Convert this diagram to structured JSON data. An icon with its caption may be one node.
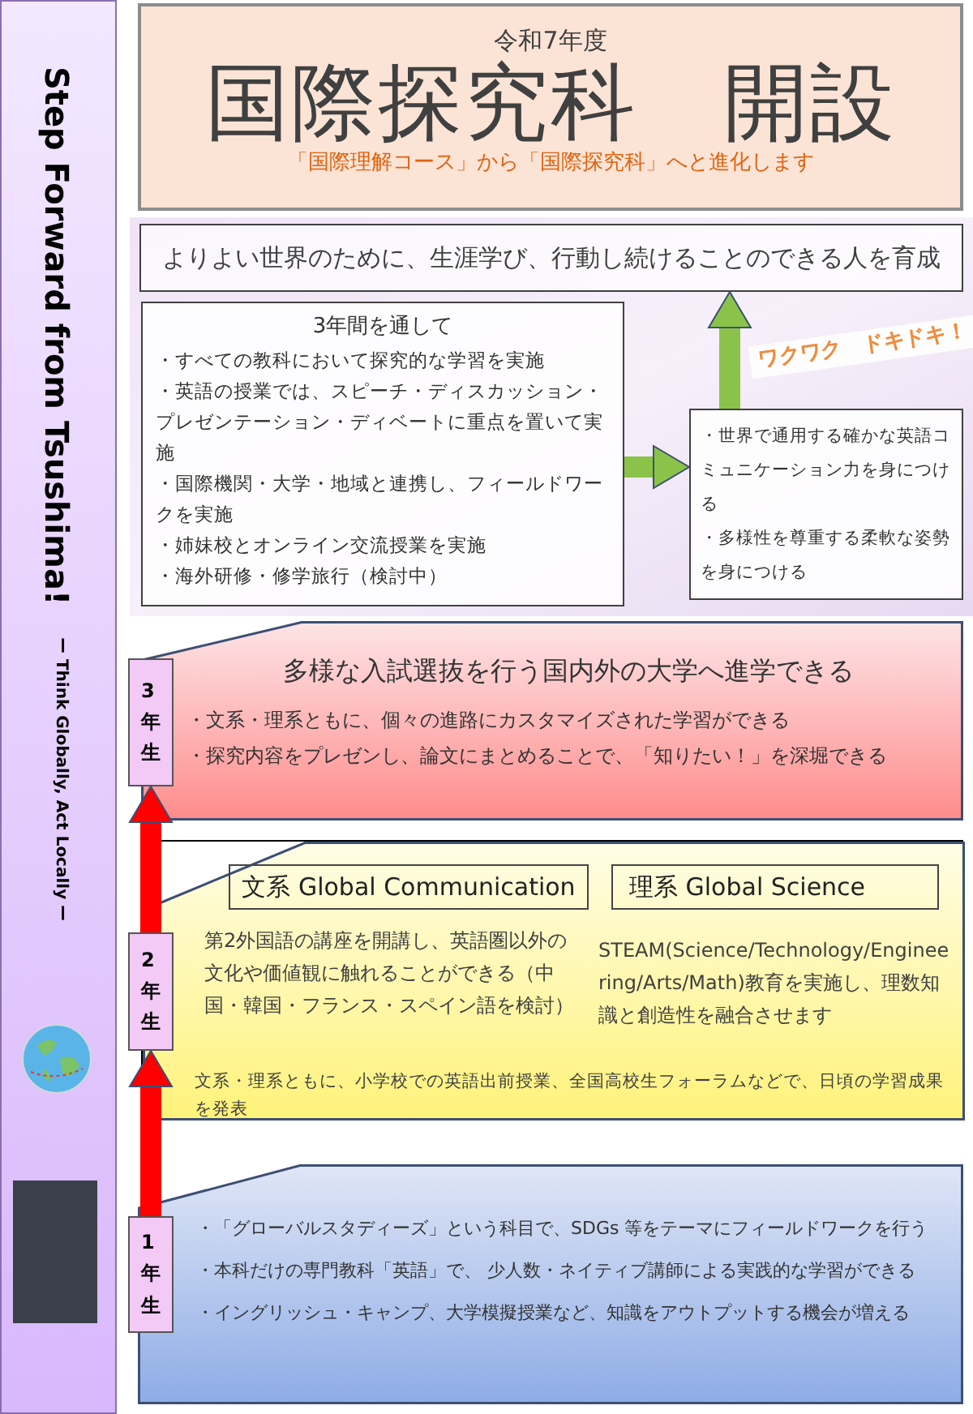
{
  "diagram": {
    "nodes": [
      {
        "text": [
          "令和7年度",
          "国際探究科　開設",
          "「国際理解コース」から「国際探究科」へと進化します"
        ]
      },
      {
        "text": [
          "よりよい世界のために、生涯学び、行動し続けることのできる人を育成"
        ]
      },
      {
        "text": [
          "3年間を通して",
          "・すべての教科において探究的な学習を実施",
          "・英語の授業では、スピーチ・ディスカッション・プレゼンテーション・ディベートに重点を置いて実施",
          "・国際機関・大学・地域と連携し、フィールドワークを実施",
          "・姉妹校とオンライン交流授業を実施",
          "・海外研修・修学旅行（検討中）"
        ]
      },
      {
        "text": [
          "・世界で通用する確かな英語コミュニケーション力を身につける",
          "・多様性を尊重する柔軟な姿勢を身につける"
        ]
      },
      {
        "text": [
          "多様な入試選抜を行う国内外の大学へ進学できる",
          "・文系・理系ともに、個々の進路にカスタマイズされた学習ができる",
          "・探究内容をプレゼンし、論文にまとめることで、「知りたい！」を深堀できる"
        ]
      },
      {
        "text": [
          "3年生"
        ]
      },
      {
        "text": [
          "第2外国語の講座を開講し、英語圏以外の文化や価値観に触れることができる（中国・韓国・フランス・スペイン語を検討）",
          "STEAM(Science/Technology/Engineering/Arts/Math)教育を実施し、理数知識と創造性を融合させます",
          "文系・理系ともに、小学校での英語出前授業、全国高校生フォーラムなどで、日頃の学習成果を発表"
        ]
      },
      {
        "text": [
          "文系 Global Communication"
        ],
        "in": 6
      },
      {
        "text": [
          "理系 Global Science"
        ],
        "in": 6
      },
      {
        "text": [
          "2年生"
        ]
      },
      {
        "text": [
          "・「グローバルスタディーズ」という科目で、SDGs 等をテーマにフィールドワークを行う",
          "・本科だけの専門教科「英語」で、 少人数・ネイティブ講師による実践的な学習ができる",
          "・イングリッシュ・キャンプ、大学模擬授業など、知識をアウトプットする機会が増える"
        ]
      },
      {
        "text": [
          "1年生"
        ]
      },
      {
        "text": [
          "Step Forward from Tsushima!",
          "ー Think Globally, Act Locally ー"
        ]
      }
    ],
    "edges": [
      {
        "from": 2,
        "to": 3,
        "arrow": "to",
        "color": "#8bc34a"
      },
      {
        "from": 3,
        "to": 1,
        "arrow": "to",
        "color": "#8bc34a"
      },
      {
        "from": 11,
        "to": 9,
        "arrow": "to",
        "color": "#ff0000"
      },
      {
        "from": 9,
        "to": 5,
        "arrow": "to",
        "color": "#ff0000"
      }
    ],
    "labels": [
      "ワクワク　ドキドキ！"
    ]
  }
}
